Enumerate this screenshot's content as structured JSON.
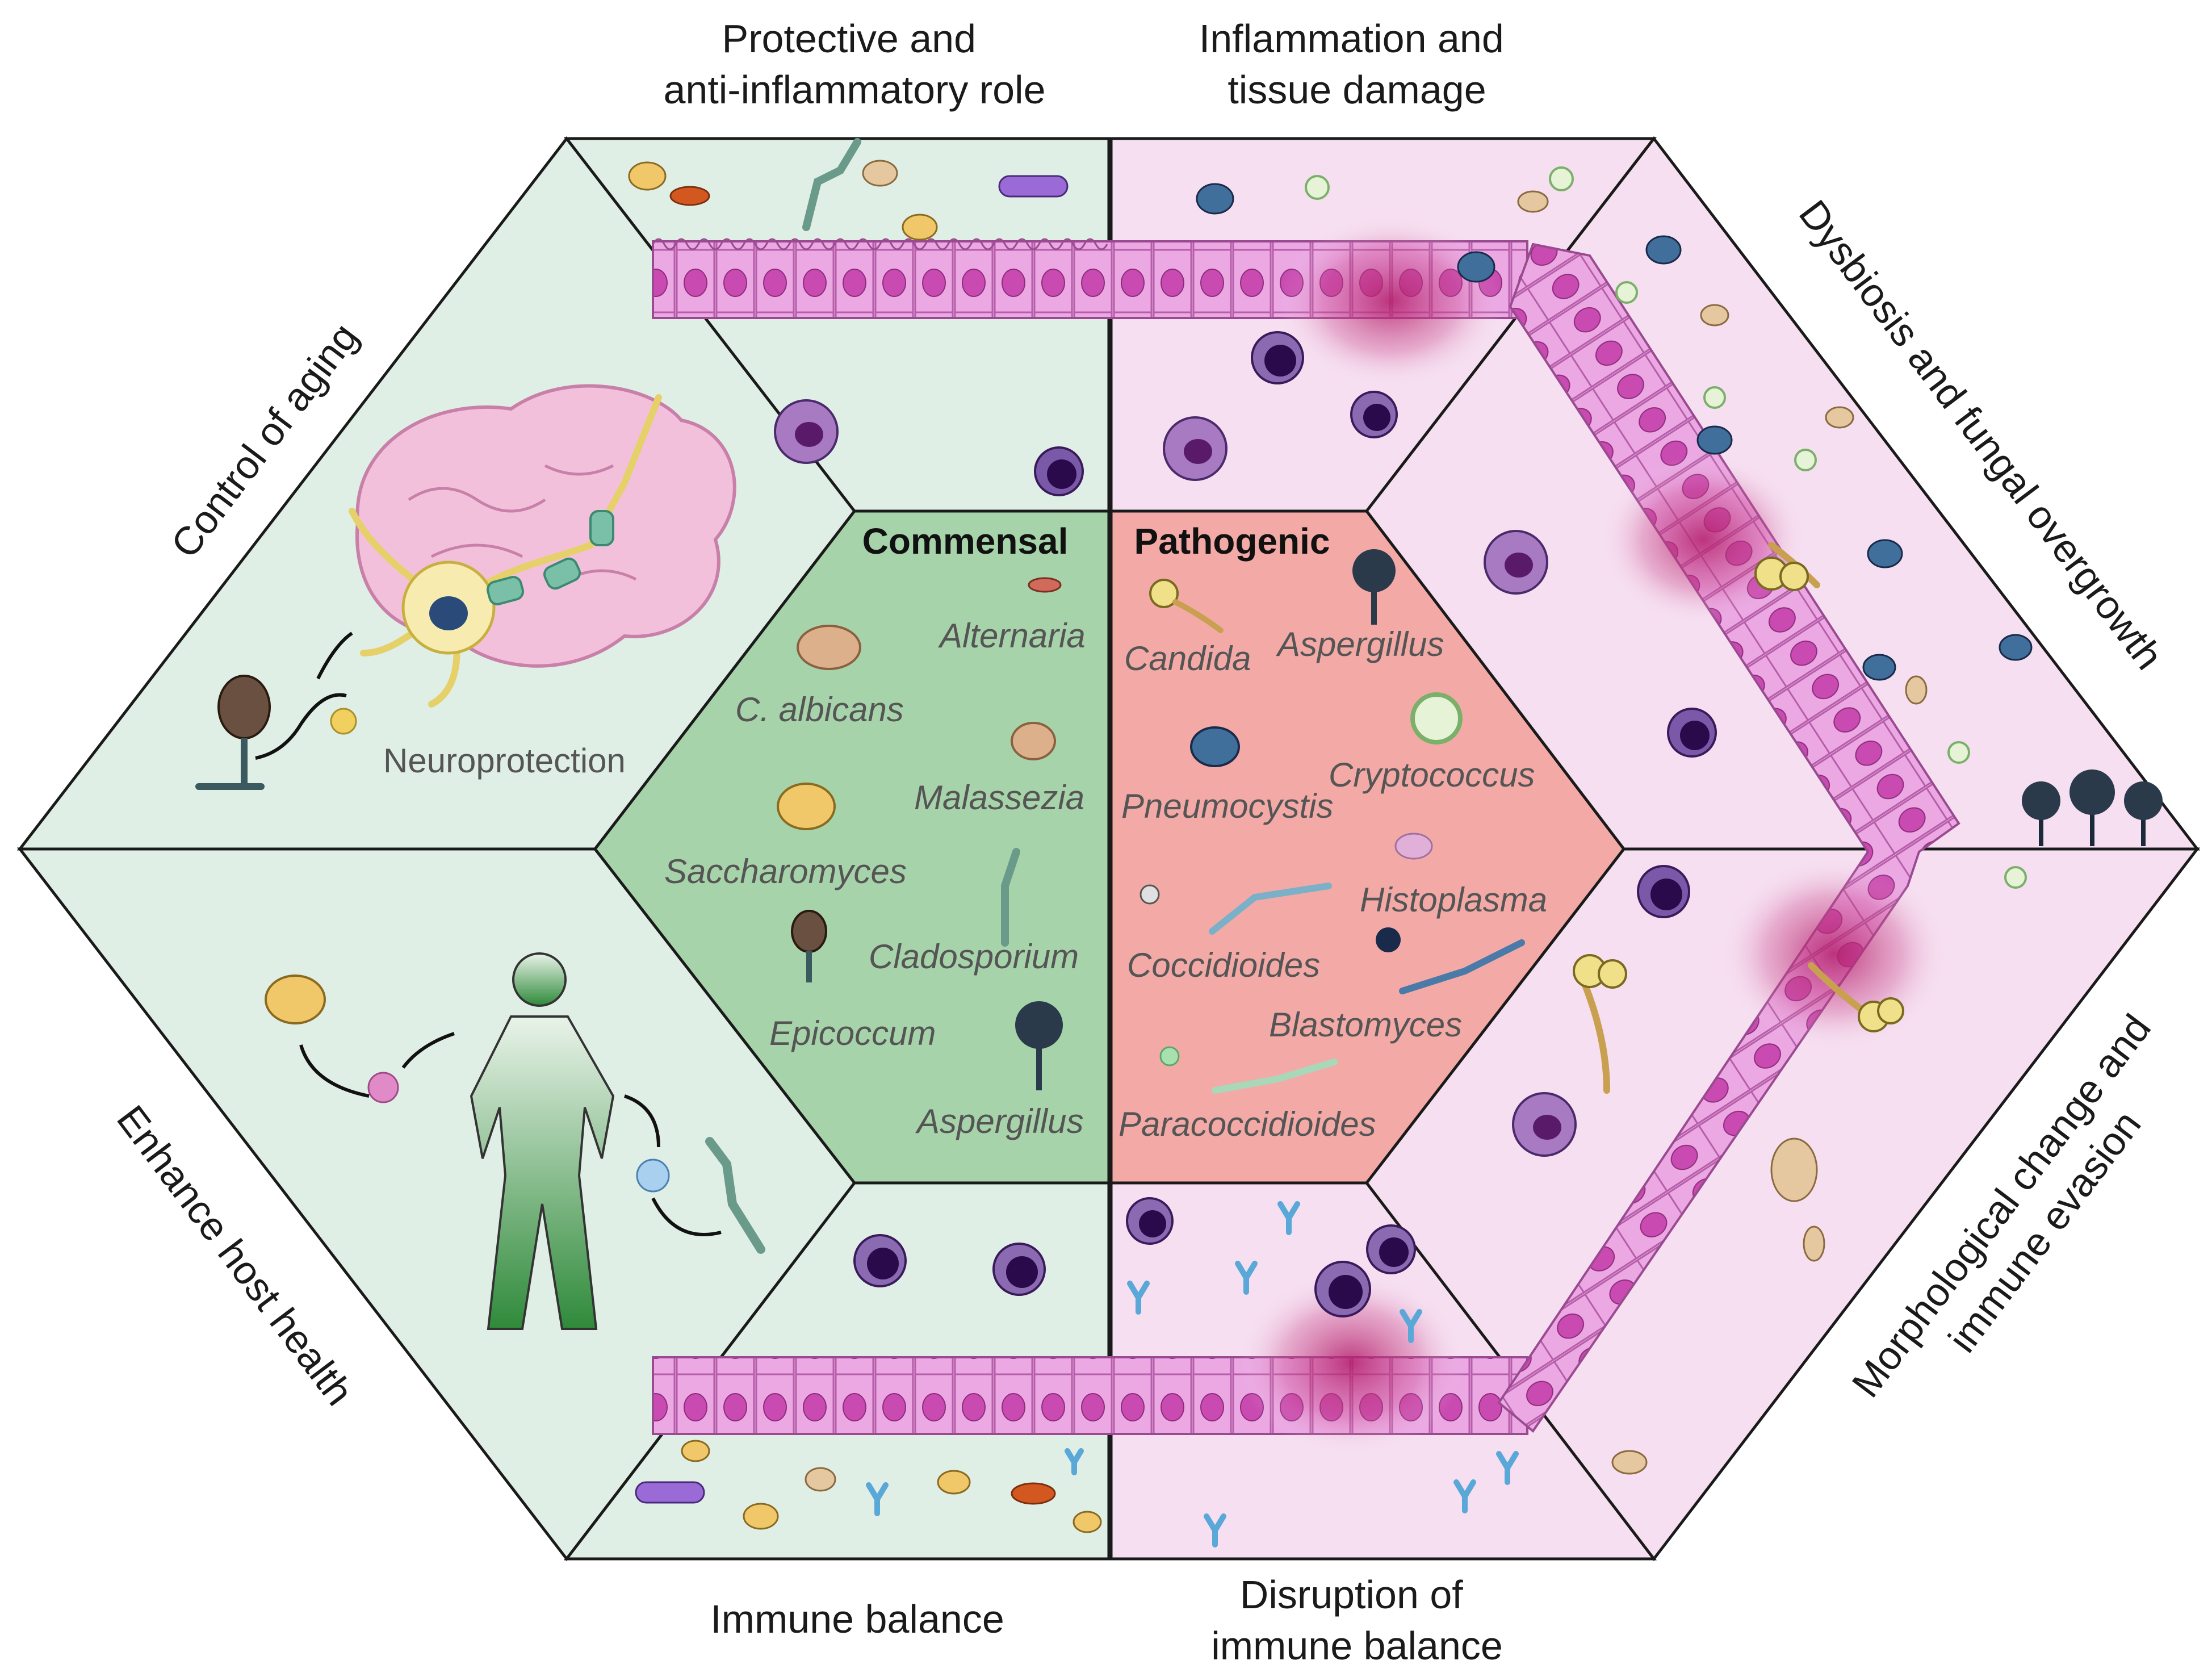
{
  "titles": {
    "protective": [
      "Protective and",
      "anti-inflammatory role"
    ],
    "inflammation": [
      "Inflammation and",
      "tissue damage"
    ],
    "dysbiosis": "Dysbiosis and fungal overgrowth",
    "morphological": [
      "Morphological change and",
      "immune evasion"
    ],
    "disruption": [
      "Disruption of",
      "immune balance"
    ],
    "immune_balance": "Immune balance",
    "host_health": "Enhance host health",
    "aging": "Control of aging"
  },
  "commensal": {
    "header": "Commensal",
    "species": [
      "Alternaria",
      "C. albicans",
      "Malassezia",
      "Saccharomyces",
      "Cladosporium",
      "Epicoccum",
      "Aspergillus"
    ]
  },
  "pathogenic": {
    "header": "Pathogenic",
    "species": [
      "Candida",
      "Aspergillus",
      "Cryptococcus",
      "Pneumocystis",
      "Histoplasma",
      "Coccidioides",
      "Blastomyces",
      "Paracoccidioides"
    ]
  },
  "labels": {
    "neuroprotection": "Neuroprotection"
  },
  "colors": {
    "commensal_bg": "#e0efe6",
    "commensal_center": "#a7d3aa",
    "pathogenic_bg": "#f6dff1",
    "pathogenic_center": "#f3aaa7",
    "epithelium": "#e59bdc",
    "nucleus": "#c33aa8",
    "inflammation": "#b31f6a",
    "outline": "#1a1a1a"
  }
}
